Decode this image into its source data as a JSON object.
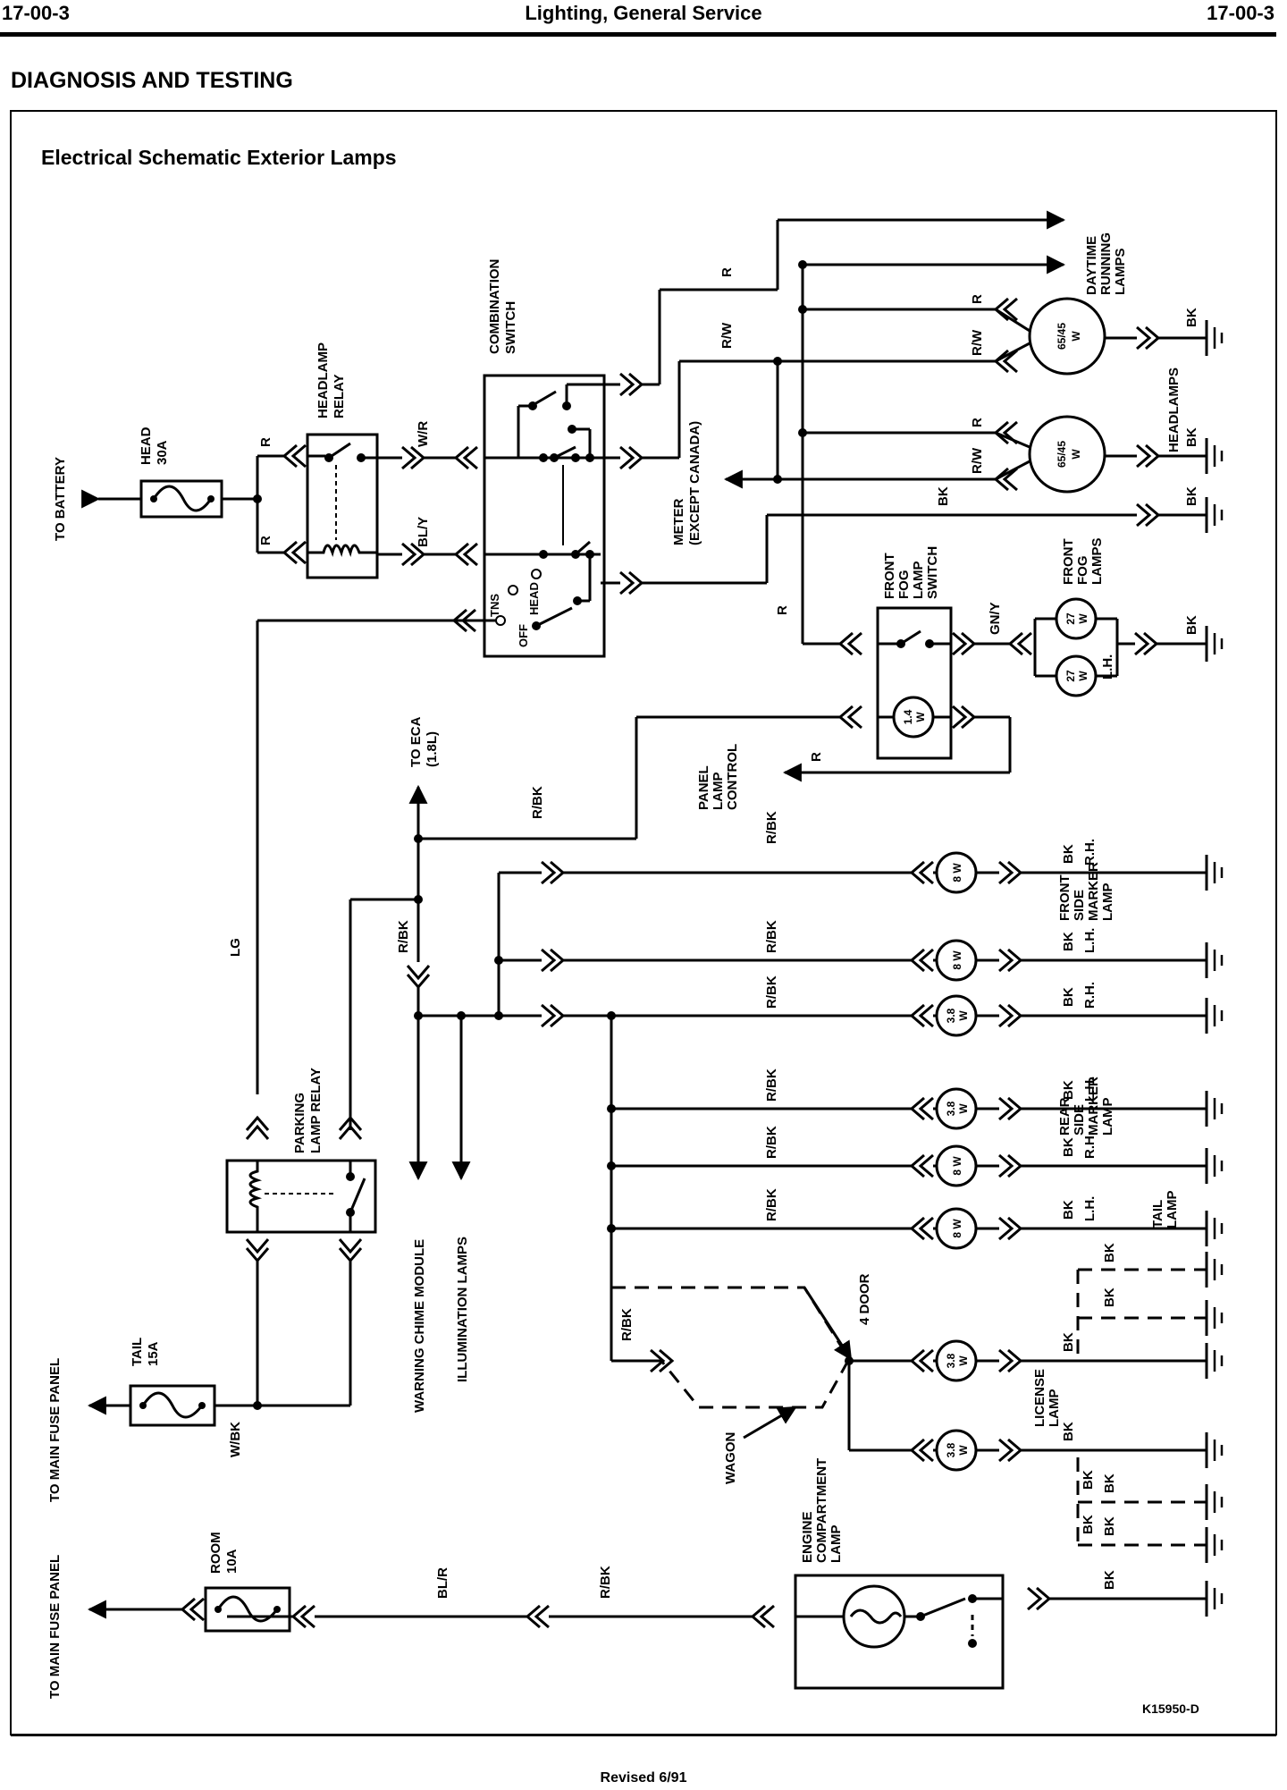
{
  "header": {
    "left": "17-00-3",
    "center": "Lighting, General Service",
    "right": "17-00-3"
  },
  "section_title": "DIAGNOSIS AND TESTING",
  "diagram_title": "Electrical Schematic Exterior Lamps",
  "footer": {
    "revision": "Revised 6/91",
    "figure_id": "K15950-D"
  },
  "labels": {
    "to_battery": "TO BATTERY",
    "head_fuse": [
      "HEAD",
      "30A"
    ],
    "headlamp_relay": [
      "HEADLAMP",
      "RELAY"
    ],
    "combination_switch": [
      "COMBINATION",
      "SWITCH"
    ],
    "switch_tns": "TNS",
    "switch_off": "OFF",
    "switch_head": "HEAD",
    "meter": [
      "METER",
      "(EXCEPT CANADA)"
    ],
    "daytime_running": [
      "DAYTIME",
      "RUNNING",
      "LAMPS"
    ],
    "headlamps": "HEADLAMPS",
    "bulb_65_45": [
      "65/45",
      "W"
    ],
    "front_fog_switch": [
      "FRONT",
      "FOG",
      "LAMP",
      "SWITCH"
    ],
    "front_fog_lamps": [
      "FRONT",
      "FOG",
      "LAMPS"
    ],
    "bulb_27": [
      "27",
      "W"
    ],
    "bulb_1_4": [
      "1.4",
      "W"
    ],
    "bulb_8": [
      "8 W"
    ],
    "bulb_3_8": [
      "3.8",
      "W"
    ],
    "to_eca": [
      "TO ECA",
      "(1.8L)"
    ],
    "panel_lamp_control": [
      "PANEL",
      "LAMP",
      "CONTROL"
    ],
    "parking_lamp_relay": [
      "PARKING",
      "LAMP RELAY"
    ],
    "tail_fuse": [
      "TAIL",
      "15A"
    ],
    "room_fuse": [
      "ROOM",
      "10A"
    ],
    "to_main_fuse_panel": "TO MAIN FUSE PANEL",
    "warning_chime": "WARNING CHIME MODULE",
    "illumination": "ILLUMINATION LAMPS",
    "front_side_marker": [
      "FRONT",
      "SIDE",
      "MARKER",
      "LAMP"
    ],
    "rear_side_marker": [
      "REAR",
      "SIDE",
      "MARKER",
      "LAMP"
    ],
    "tail_lamp": [
      "TAIL",
      "LAMP"
    ],
    "four_door": "4 DOOR",
    "wagon": "WAGON",
    "license_lamp": [
      "LICENSE",
      "LAMP"
    ],
    "engine_compartment": [
      "ENGINE",
      "COMPARTMENT",
      "LAMP"
    ],
    "rh": "R.H.",
    "lh": "L.H."
  },
  "wire_colors": {
    "r": "R",
    "rw": "R/W",
    "wr": "W/R",
    "bly": "BL/Y",
    "bk": "BK",
    "gny": "GN/Y",
    "rbk": "R/BK",
    "lg": "LG",
    "wbk": "W/BK",
    "blr": "BL/R"
  }
}
